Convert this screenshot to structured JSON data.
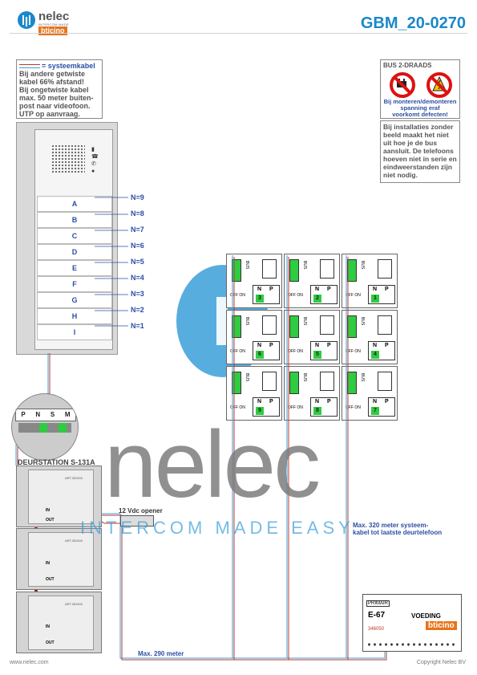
{
  "header": {
    "brand_name": "nelec",
    "brand_tagline": "INTERCOM MADE EASY",
    "brand_sub": "bticino",
    "doc_code": "GBM_20-0270"
  },
  "legend_box": {
    "title": "= systeemkabel",
    "lines": [
      "Bij andere getwiste",
      "kabel 66% afstand!",
      "Bij ongetwiste kabel",
      "max. 50 meter buiten-",
      "post naar videofoon.",
      "UTP op aanvraag."
    ]
  },
  "bus_box": {
    "title": "BUS 2-DRAADS",
    "warning_lines": [
      "Bij monteren/demonteren",
      "spanning eraf",
      "voorkomt defecten!"
    ]
  },
  "info_box": {
    "lines": [
      "Bij installaties zonder",
      "beeld maakt het niet",
      "uit hoe je de bus",
      "aansluit. De telefoons",
      "hoeven niet in serie en",
      "eindweerstanden zijn",
      "niet nodig."
    ]
  },
  "panel": {
    "buttons": [
      "A",
      "B",
      "C",
      "D",
      "E",
      "F",
      "G",
      "H",
      "I"
    ],
    "n_labels": [
      "N=9",
      "N=8",
      "N=7",
      "N=6",
      "N=5",
      "N=4",
      "N=3",
      "N=2",
      "N=1"
    ]
  },
  "phones": {
    "bus_label": "BUS",
    "off_on": "OFF ON",
    "n": "N",
    "p": "P",
    "rows": [
      [
        "3",
        "2",
        "1"
      ],
      [
        "6",
        "5",
        "4"
      ],
      [
        "9",
        "8",
        "7"
      ]
    ]
  },
  "station": {
    "title": "DEURSTATION S-131A",
    "module_code": "ART.351000",
    "in": "IN",
    "out": "OUT",
    "terminal_labels": [
      "P",
      "N",
      "S",
      "M"
    ]
  },
  "opener": {
    "label": "12 Vdc opener"
  },
  "notes": {
    "max_320": [
      "Max. 320 meter systeem-",
      "kabel tot laatste deurtelefoon"
    ],
    "max_290": "Max. 290 meter"
  },
  "psu": {
    "primair": "PRIMAIR",
    "model": "E-67",
    "voeding": "VOEDING",
    "code": "346050",
    "brand": "bticino"
  },
  "watermark": {
    "text": "nelec",
    "sub": "INTERCOM MADE EASY"
  },
  "footer": {
    "left": "www.nelec.com",
    "right": "Copyright Nelec BV"
  },
  "colors": {
    "accent": "#1a88c9",
    "label_blue": "#2c4fa3",
    "cable_red": "#c0392b",
    "green": "#2ecc40"
  }
}
